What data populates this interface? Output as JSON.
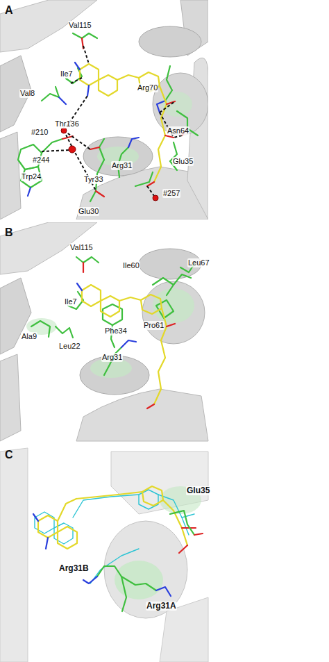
{
  "diagram": {
    "labels": [
      "A",
      "Val115",
      "Ile7",
      "Arg70",
      "Val8",
      "Asn64",
      "Thr136",
      "#210",
      "#244",
      "Glu35",
      "Arg31",
      "Trp24",
      "Tyr33",
      "#257",
      "Glu30",
      "B",
      "Val115",
      "Ile60",
      "Leu67",
      "Ile7",
      "Phe34",
      "Pro61",
      "Ala9",
      "Leu22",
      "Arg31",
      "C",
      "Glu35",
      "Arg31B",
      "Arg31A"
    ]
  }
}
